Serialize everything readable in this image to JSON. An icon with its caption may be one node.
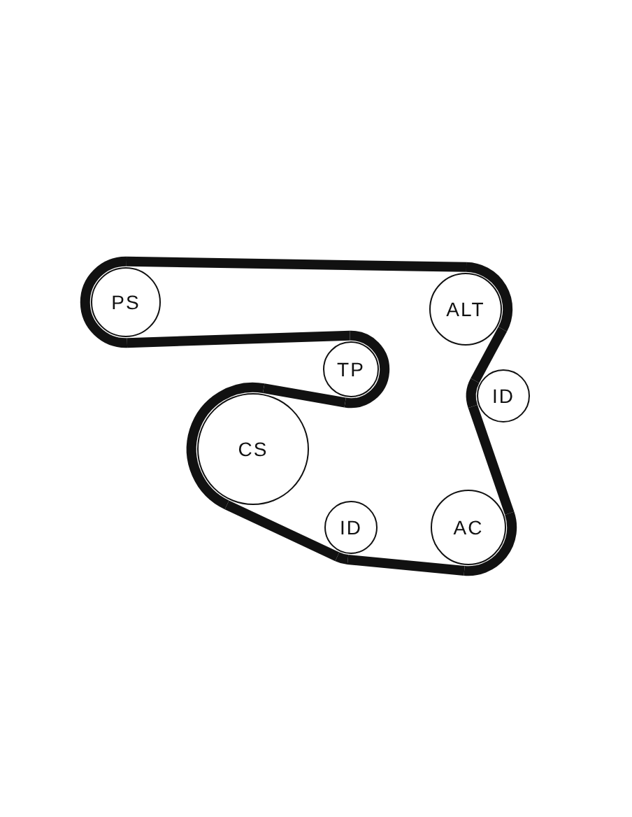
{
  "diagram": {
    "nodes": [
      {
        "text": [
          "PS"
        ]
      },
      {
        "text": [
          "ALT"
        ]
      },
      {
        "text": [
          "TP"
        ]
      },
      {
        "text": [
          "ID"
        ]
      },
      {
        "text": [
          "CS"
        ]
      },
      {
        "text": [
          "ID"
        ]
      },
      {
        "text": [
          "AC"
        ]
      }
    ],
    "edges": [
      {
        "from": 0,
        "to": 1,
        "arrow": "none"
      },
      {
        "from": 1,
        "to": 3,
        "arrow": "none"
      },
      {
        "from": 3,
        "to": 6,
        "arrow": "none"
      },
      {
        "from": 6,
        "to": 5,
        "arrow": "none"
      },
      {
        "from": 5,
        "to": 4,
        "arrow": "none"
      },
      {
        "from": 4,
        "to": 2,
        "arrow": "none"
      },
      {
        "from": 2,
        "to": 0,
        "arrow": "none"
      }
    ]
  }
}
